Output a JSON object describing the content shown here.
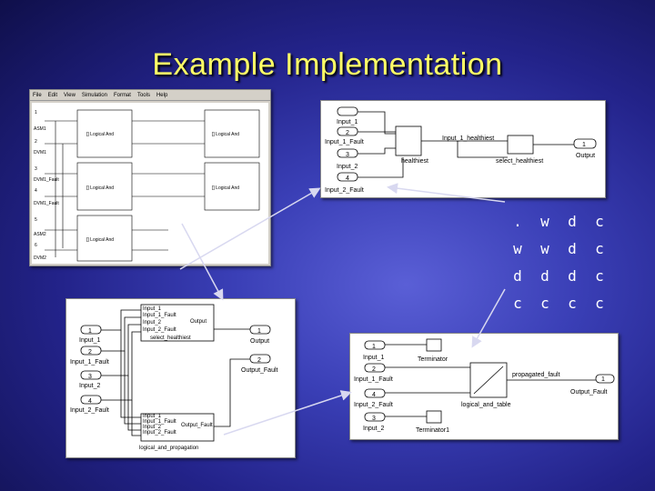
{
  "title": "Example Implementation",
  "menu": [
    "File",
    "Edit",
    "View",
    "Simulation",
    "Format",
    "Tools",
    "Help"
  ],
  "shot1": {
    "ports": [
      {
        "num": "1",
        "label": "ASM1"
      },
      {
        "num": "2",
        "label": "DVM1"
      },
      {
        "num": "3",
        "label": "DVM1_Fault"
      },
      {
        "num": "4",
        "label": "DVM1_Fault"
      },
      {
        "num": "5",
        "label": "ASM2"
      },
      {
        "num": "6",
        "label": "DVM2"
      }
    ],
    "blocks": [
      "[] Logical And",
      "[] Logical And",
      "[] Logical And",
      "[] Logical And",
      "[] Logical And"
    ]
  },
  "shot2": {
    "inports": [
      {
        "num": "1",
        "label": "Input_1"
      },
      {
        "num": "2",
        "label": "Input_1_Fault"
      },
      {
        "num": "3",
        "label": "Input_2"
      },
      {
        "num": "4",
        "label": "Input_2_Fault"
      }
    ],
    "select_label": "Input_1_healthiest",
    "healthiest": "healthiest",
    "selector": "select_healthiest",
    "out": {
      "num": "1",
      "label": "Output"
    }
  },
  "table": [
    [
      ".",
      "w",
      "d",
      "c"
    ],
    [
      "w",
      "w",
      "d",
      "c"
    ],
    [
      "d",
      "d",
      "d",
      "c"
    ],
    [
      "c",
      "c",
      "c",
      "c"
    ]
  ],
  "shot3": {
    "inports": [
      {
        "num": "1",
        "label": "Input_1"
      },
      {
        "num": "2",
        "label": "Input_1_Fault"
      },
      {
        "num": "3",
        "label": "Input_2"
      },
      {
        "num": "4",
        "label": "Input_2_Fault"
      }
    ],
    "sub1_ports": [
      "Input_1",
      "Input_1_Fault",
      "Input_2",
      "Input_2_Fault"
    ],
    "sub1_out": "Output",
    "sub1_name": "select_healthiest",
    "sub2_ports": [
      "Input_1",
      "Input_1_Fault",
      "Input_2",
      "Input_2_Fault"
    ],
    "sub2_out": "Output_Fault",
    "sub2_name": "logical_and_propagation",
    "outports": [
      {
        "num": "1",
        "label": "Output"
      },
      {
        "num": "2",
        "label": "Output_Fault"
      }
    ]
  },
  "shot4": {
    "inports": [
      {
        "num": "1",
        "label": "Input_1"
      },
      {
        "num": "2",
        "label": "Input_1_Fault"
      },
      {
        "num": "4",
        "label": "Input_2_Fault"
      },
      {
        "num": "3",
        "label": "Input_2"
      }
    ],
    "terminators": [
      "Terminator",
      "Terminator1"
    ],
    "lookup": "logical_and_table",
    "signal": "propagated_fault",
    "out": {
      "num": "1",
      "label": "Output_Fault"
    }
  }
}
